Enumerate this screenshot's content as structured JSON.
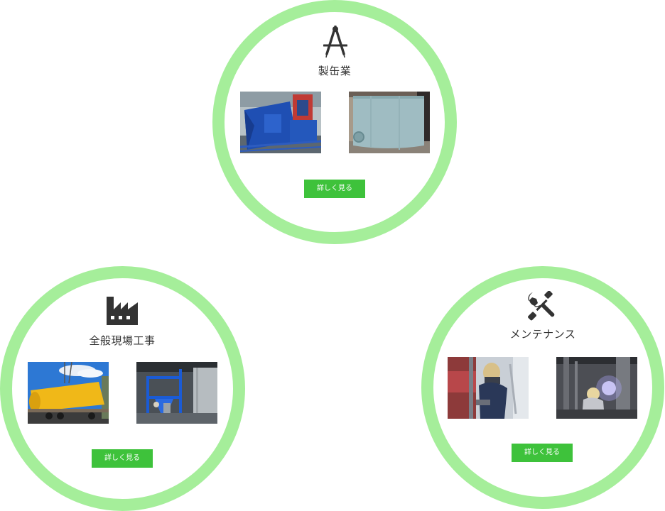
{
  "services": [
    {
      "key": "seikan",
      "icon": "compass-icon",
      "title": "製缶業",
      "photos": [
        "blue-steel-ductwork-photo",
        "pale-blue-steel-tank-photo"
      ],
      "button_label": "詳しく見る"
    },
    {
      "key": "genba",
      "icon": "factory-icon",
      "title": "全般現場工事",
      "photos": [
        "yellow-tank-on-truck-photo",
        "blue-steel-frame-plant-photo"
      ],
      "button_label": "詳しく見る"
    },
    {
      "key": "maint",
      "icon": "wrench-screwdriver-icon",
      "title": "メンテナンス",
      "photos": [
        "welder-with-helmet-photo",
        "worker-welding-inside-plant-photo"
      ],
      "button_label": "詳しく見る"
    }
  ],
  "colors": {
    "ring": "#a5ee9a",
    "button": "#3ec23b",
    "icon": "#333333",
    "title_text": "#333333"
  }
}
